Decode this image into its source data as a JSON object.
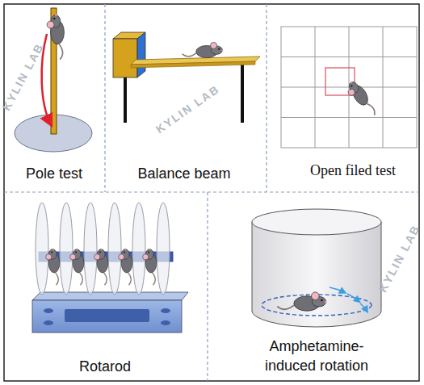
{
  "diagram": {
    "nodes": [
      {
        "text": [
          "Pole test"
        ]
      },
      {
        "text": [
          "Balance beam"
        ]
      },
      {
        "text": [
          "Open filed test"
        ]
      },
      {
        "text": [
          "Rotarod"
        ]
      },
      {
        "text": [
          "Amphetamine- induced rotation"
        ]
      }
    ],
    "labels": [
      "KYLIN LAB",
      "KYLIN LAB",
      "KYLIN LAB"
    ]
  }
}
